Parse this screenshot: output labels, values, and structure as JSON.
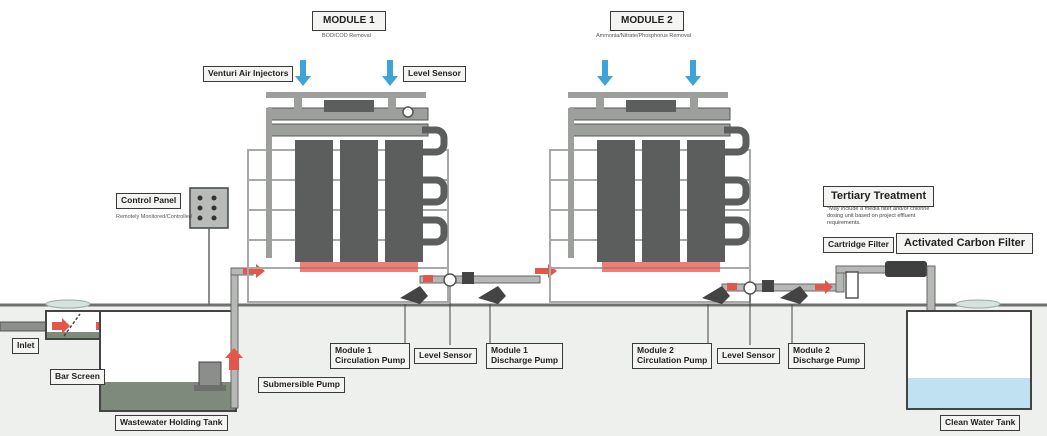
{
  "module1": {
    "title": "MODULE 1",
    "subtitle": "BOD/COD Removal"
  },
  "module2": {
    "title": "MODULE 2",
    "subtitle": "Ammonia/Nitrate/Phosphorus Removal"
  },
  "labels": {
    "venturi": "Venturi Air Injectors",
    "level_sensor_top": "Level Sensor",
    "control_panel": "Control Panel",
    "control_panel_sub": "Remotely Monitored/Controlled",
    "tertiary": "Tertiary Treatment",
    "tertiary_note": "*May include a media filter and/or chlorine dosing unit based on project effluent requirements.",
    "cartridge": "Cartridge Filter",
    "activated_carbon": "Activated Carbon Filter",
    "inlet": "Inlet",
    "bar_screen": "Bar Screen",
    "submersible": "Submersible Pump",
    "holding_tank": "Wastewater Holding Tank",
    "m1_circ": "Module 1\nCirculation Pump",
    "m1_level": "Level Sensor",
    "m1_discharge": "Module 1\nDischarge Pump",
    "m2_circ": "Module 2\nCirculation Pump",
    "m2_level": "Level Sensor",
    "m2_discharge": "Module 2\nDischarge Pump",
    "clean_tank": "Clean Water Tank"
  },
  "colors": {
    "flow_arrow": "#e2574c",
    "air_arrow": "#3ea3d6",
    "pipe": "#8c8e8c",
    "reactor": "#5b5e5c",
    "ground": "#e9ecea",
    "dirty_water": "#7d8a7c",
    "clean_water": "#bfe1f1"
  },
  "icons": [
    "venturi-arrow-icon",
    "flow-arrow-icon",
    "pump-icon",
    "level-sensor-icon",
    "cartridge-filter-icon",
    "carbon-filter-icon",
    "control-panel-icon"
  ]
}
